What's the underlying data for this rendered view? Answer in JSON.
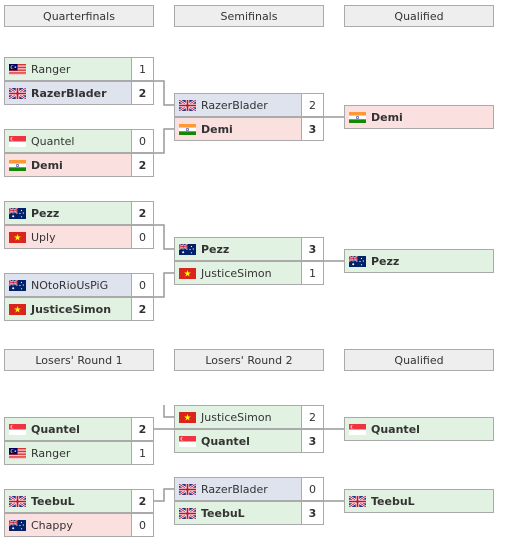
{
  "headers": {
    "qf": "Quarterfinals",
    "sf": "Semifinals",
    "q1": "Qualified",
    "lr1": "Losers' Round 1",
    "lr2": "Losers' Round 2",
    "q2": "Qualified"
  },
  "matches": {
    "qf1": {
      "p1": {
        "name": "Ranger",
        "score": "1"
      },
      "p2": {
        "name": "RazerBlader",
        "score": "2"
      }
    },
    "qf2": {
      "p1": {
        "name": "Quantel",
        "score": "0"
      },
      "p2": {
        "name": "Demi",
        "score": "2"
      }
    },
    "qf3": {
      "p1": {
        "name": "Pezz",
        "score": "2"
      },
      "p2": {
        "name": "Uply",
        "score": "0"
      }
    },
    "qf4": {
      "p1": {
        "name": "NOtoRioUsPiG",
        "score": "0"
      },
      "p2": {
        "name": "JusticeSimon",
        "score": "2"
      }
    },
    "sf1": {
      "p1": {
        "name": "RazerBlader",
        "score": "2"
      },
      "p2": {
        "name": "Demi",
        "score": "3"
      }
    },
    "sf2": {
      "p1": {
        "name": "Pezz",
        "score": "3"
      },
      "p2": {
        "name": "JusticeSimon",
        "score": "1"
      }
    },
    "lr1a": {
      "p1": {
        "name": "Quantel",
        "score": "2"
      },
      "p2": {
        "name": "Ranger",
        "score": "1"
      }
    },
    "lr1b": {
      "p1": {
        "name": "TeebuL",
        "score": "2"
      },
      "p2": {
        "name": "Chappy",
        "score": "0"
      }
    },
    "lr2a": {
      "p1": {
        "name": "JusticeSimon",
        "score": "2"
      },
      "p2": {
        "name": "Quantel",
        "score": "3"
      }
    },
    "lr2b": {
      "p1": {
        "name": "RazerBlader",
        "score": "0"
      },
      "p2": {
        "name": "TeebuL",
        "score": "3"
      }
    }
  },
  "qualified": {
    "q1": {
      "name": "Demi"
    },
    "q2": {
      "name": "Pezz"
    },
    "q3": {
      "name": "Quantel"
    },
    "q4": {
      "name": "TeebuL"
    }
  },
  "flags": {
    "Ranger": "malaysia",
    "RazerBlader": "uk",
    "Quantel": "singapore",
    "Demi": "india",
    "Pezz": "australia",
    "Uply": "vietnam",
    "NOtoRioUsPiG": "australia",
    "JusticeSimon": "vietnam",
    "TeebuL": "uk",
    "Chappy": "australia"
  },
  "colors": {
    "win": "#e2f2e2",
    "lose": "#fbe0e0",
    "neutral": "#dfe3ee",
    "header": "#eeeeee",
    "border": "#aaaaaa"
  }
}
